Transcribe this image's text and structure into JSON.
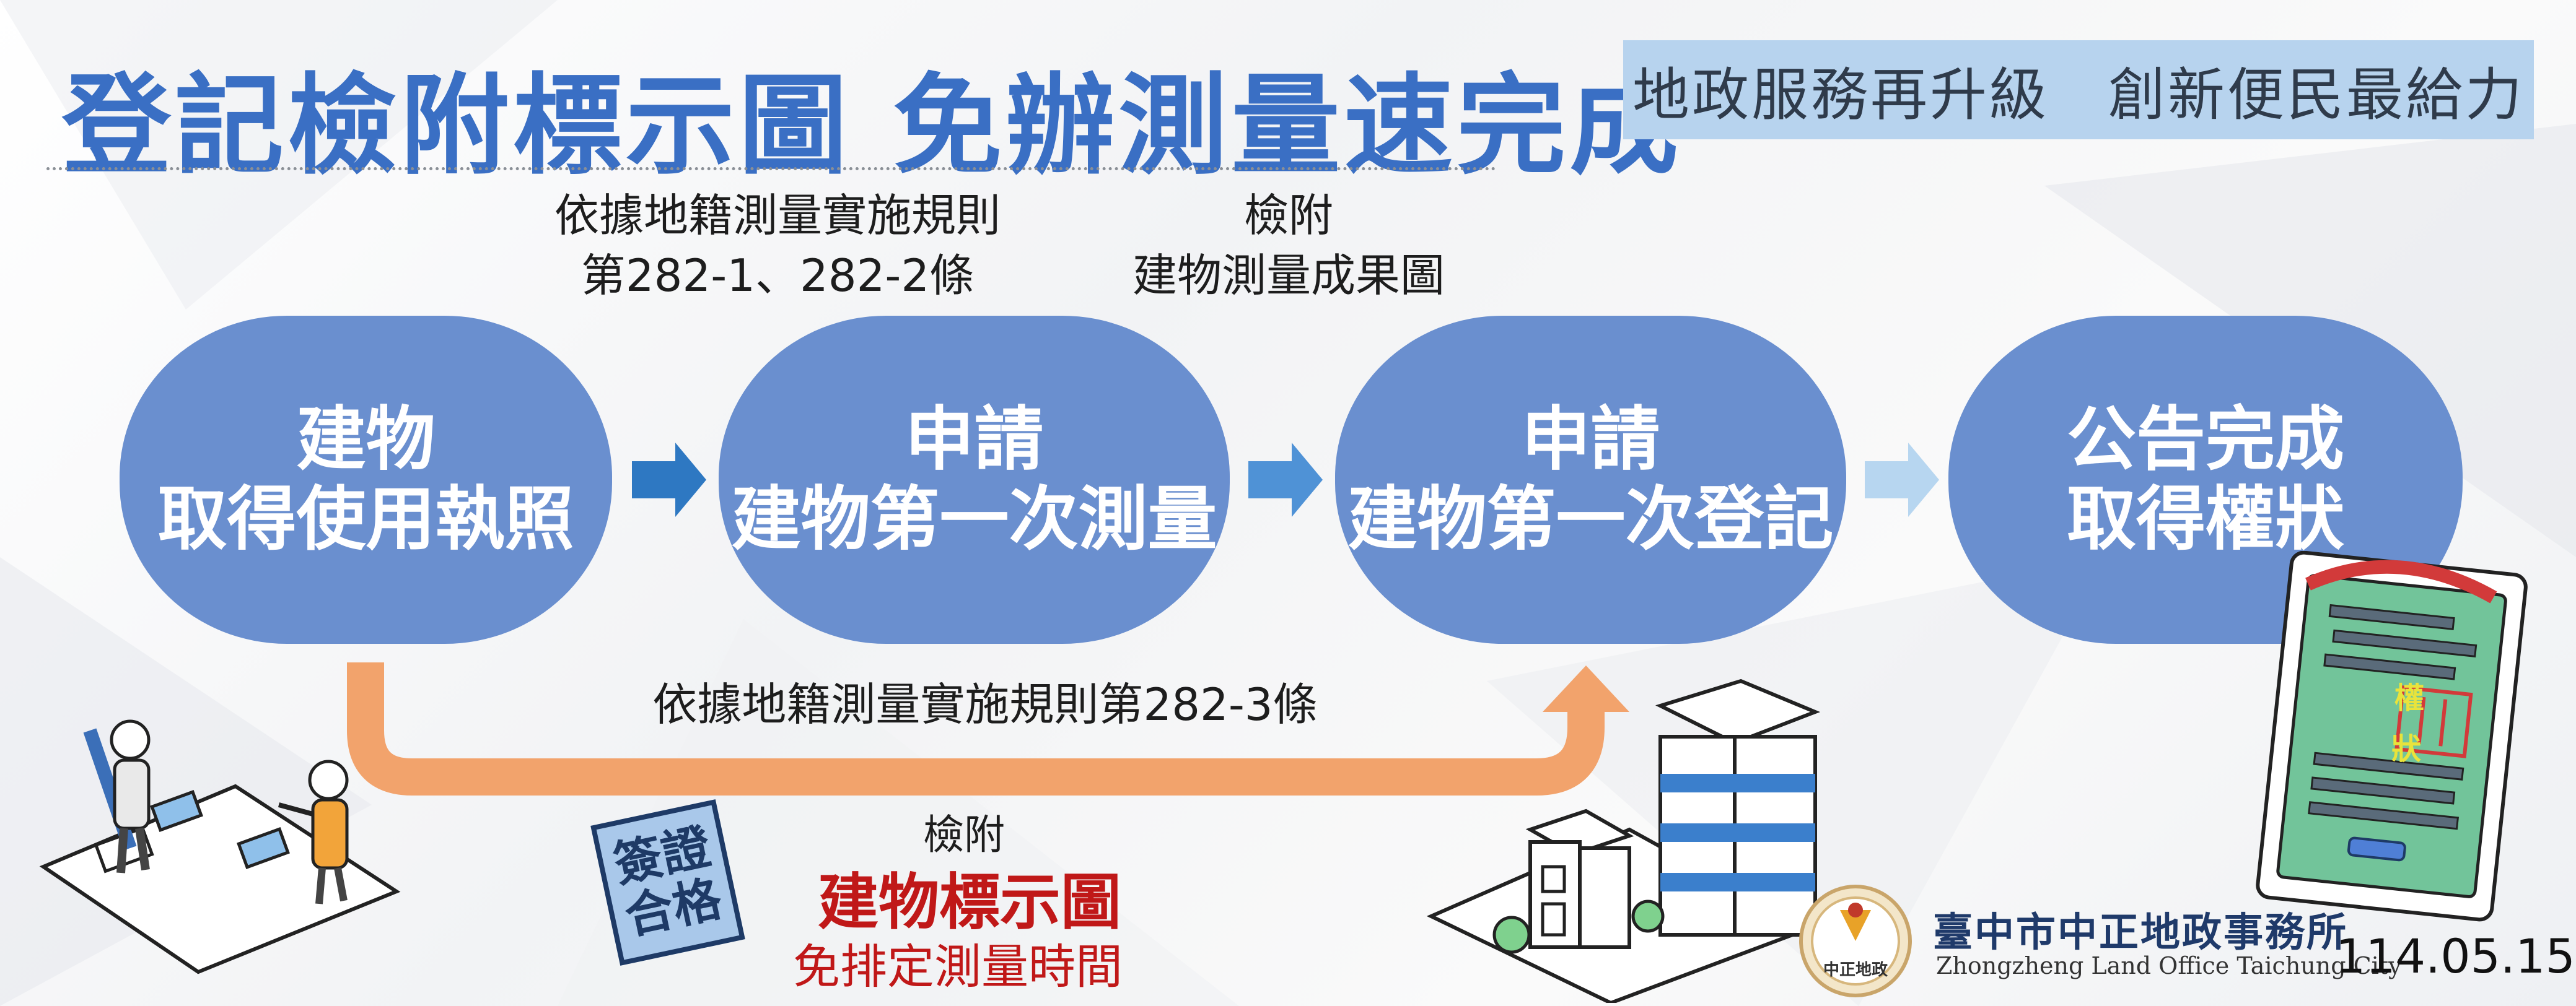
{
  "header": {
    "title": "登記檢附標示圖 免辦測量速完成",
    "slogan": "地政服務再升級　創新便民最給力"
  },
  "flow": {
    "steps": [
      {
        "line1": "建物",
        "line2": "取得使用執照"
      },
      {
        "line1": "申請",
        "line2": "建物第一次測量"
      },
      {
        "line1": "申請",
        "line2": "建物第一次登記"
      },
      {
        "line1": "公告完成",
        "line2": "取得權狀"
      }
    ],
    "note_rule": {
      "line1": "依據地籍測量實施規則",
      "line2": "第282-1、282-2條"
    },
    "note_attach": {
      "line1": "檢附",
      "line2": "建物測量成果圖"
    },
    "shortcut_rule": "依據地籍測量實施規則第282-3條",
    "arrow_colors": {
      "dark": "#2e78c2",
      "mid": "#4f92d6",
      "light": "#b7d6f0",
      "orange": "#f2a36c"
    }
  },
  "callout": {
    "stamp_line1": "簽證",
    "stamp_line2": "合格",
    "attach": "檢附",
    "highlight": "建物標示圖",
    "benefit": "免排定測量時間"
  },
  "certificate": {
    "char1": "權",
    "char2": "狀"
  },
  "footer": {
    "logo_text": "中正地政",
    "office_cn": "臺中市中正地政事務所",
    "office_en": "Zhongzheng Land Office Taichung City",
    "date": "114.05.15"
  },
  "colors": {
    "title": "#3a6fc4",
    "pill": "#6a8fcf",
    "accent_red": "#c01818",
    "banner": "#b7d3ee"
  }
}
